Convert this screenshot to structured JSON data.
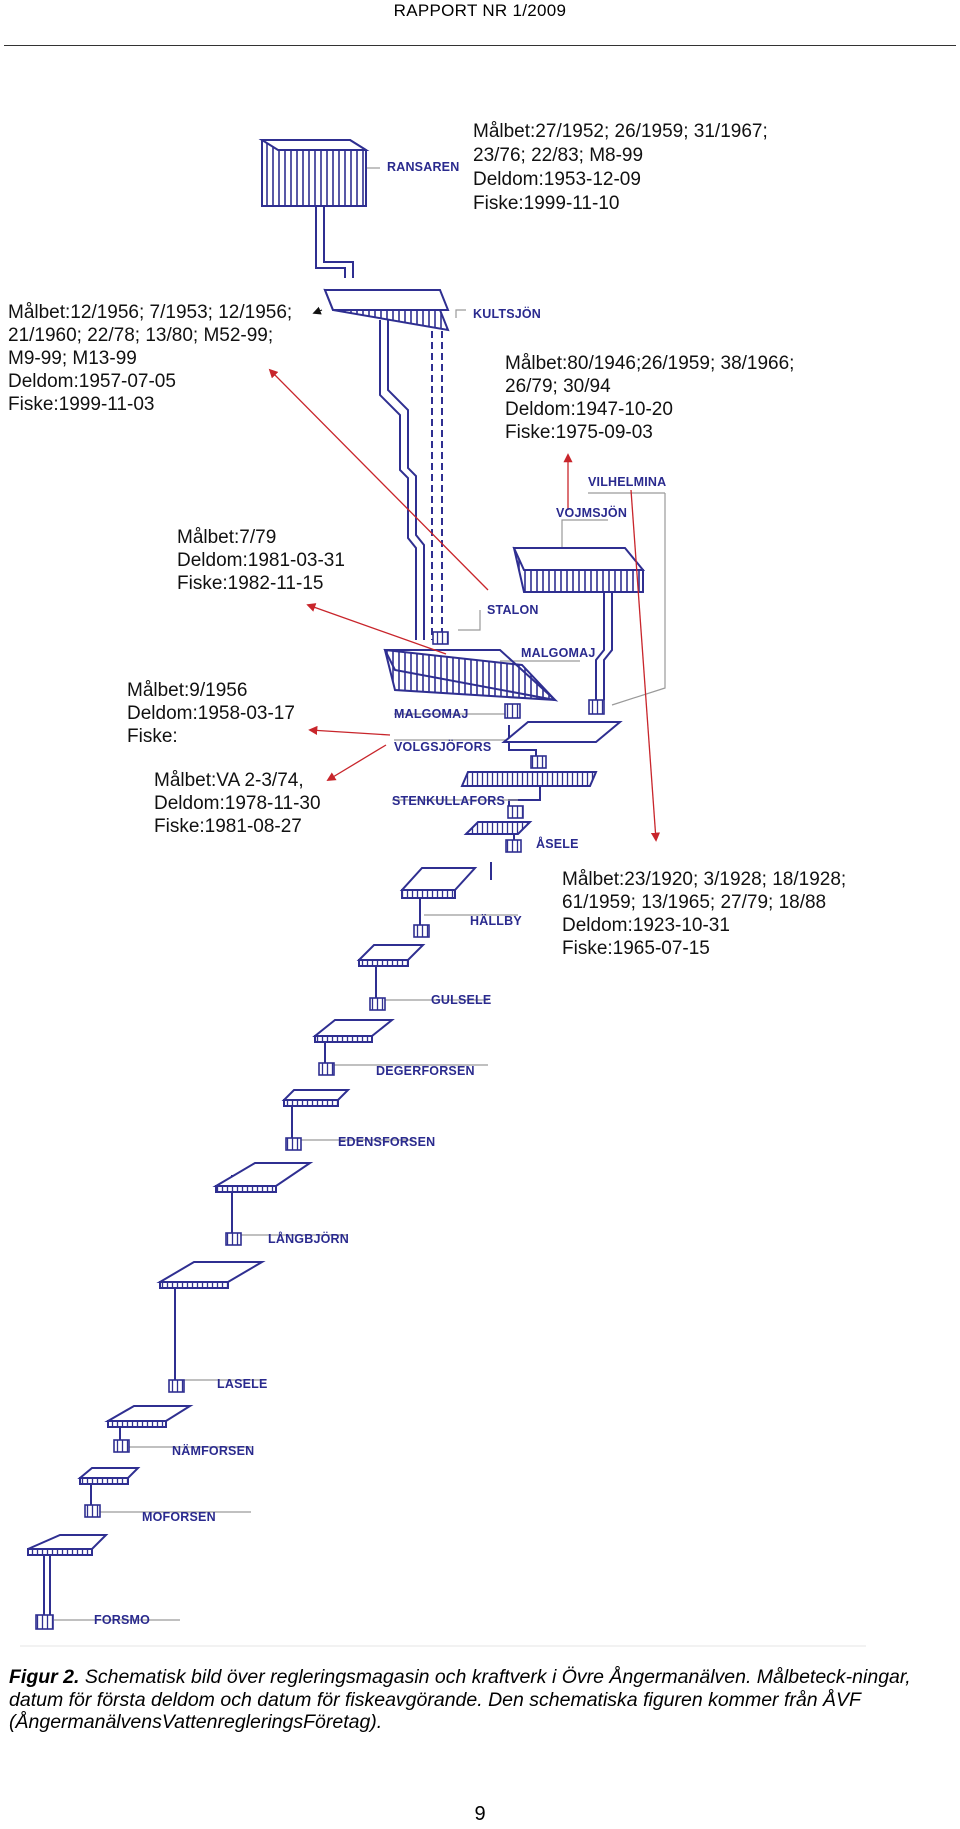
{
  "header": {
    "title": "RAPPORT NR 1/2009"
  },
  "colors": {
    "structure": "#2f2f91",
    "pointer_arrow": "#c8252b",
    "leader_line": "#9a9a9a",
    "station_label": "#2a2a8e"
  },
  "stations": {
    "ransaren": "RANSAREN",
    "kultsjon": "KULTSJÖN",
    "vilhelmina": "VILHELMINA",
    "vojmsjon": "VOJMSJÖN",
    "stalon": "STALON",
    "malgomaj_upper": "MALGOMAJ",
    "malgomaj_lower": "MALGOMAJ",
    "volgsjofors": "VOLGSJÖFORS",
    "stenkullafors": "STENKULLAFORS",
    "asele": "ÅSELE",
    "hallby": "HÄLLBY",
    "gulsele": "GULSELE",
    "degerforsen": "DEGERFORSEN",
    "edensforsen": "EDENSFORSEN",
    "langbjorn": "LÅNGBJÖRN",
    "lasele": "LASELE",
    "namforsen": "NÄMFORSEN",
    "moforsen": "MOFORSEN",
    "forsmo": "FORSMO"
  },
  "info_blocks": {
    "ransaren": [
      "Målbet:27/1952; 26/1959; 31/1967;",
      "23/76; 22/83; M8-99",
      "Deldom:1953-12-09",
      "Fiske:1999-11-10"
    ],
    "kultsjon": [
      "Målbet:12/1956; 7/1953; 12/1956;",
      "21/1960; 22/78; 13/80; M52-99;",
      "M9-99; M13-99",
      "Deldom:1957-07-05",
      "Fiske:1999-11-03"
    ],
    "vojmsjon": [
      "Målbet:80/1946;26/1959; 38/1966;",
      "26/79; 30/94",
      "Deldom:1947-10-20",
      "Fiske:1975-09-03"
    ],
    "stalon": [
      "Målbet:7/79",
      "Deldom:1981-03-31",
      "Fiske:1982-11-15"
    ],
    "malgomaj": [
      "Målbet:9/1956",
      "Deldom:1958-03-17",
      "Fiske:"
    ],
    "volgsjofors": [
      "Målbet:VA 2-3/74,",
      "Deldom:1978-11-30",
      "Fiske:1981-08-27"
    ],
    "vilhelmina": [
      "Målbet:23/1920; 3/1928; 18/1928;",
      "61/1959; 13/1965; 27/79; 18/88",
      "Deldom:1923-10-31",
      "Fiske:1965-07-15"
    ]
  },
  "caption": {
    "label": "Figur 2.",
    "text": " Schematisk bild över regleringsmagasin och kraftverk i Övre Ångermanälven. Målbeteck-ningar, datum för första deldom och datum för fiskeavgörande. Den schematiska figuren kommer från ÅVF (ÅngermanälvensVattenregleringsFöretag)."
  },
  "page_number": "9"
}
